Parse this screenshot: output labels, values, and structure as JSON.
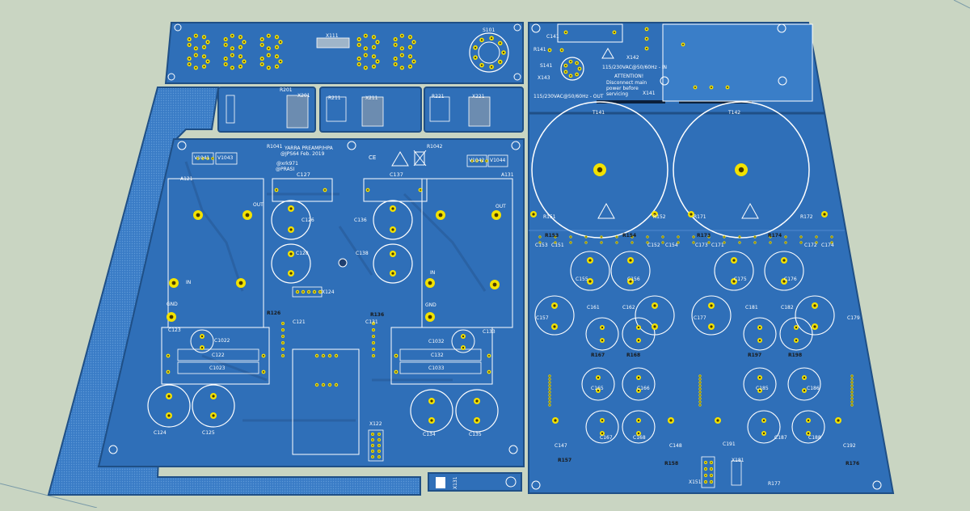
{
  "colors": {
    "background": "#c9d5c2",
    "board": "#2f6fb8",
    "board_edge": "#1f4f86",
    "silkscreen": "#ffffff",
    "pad": "#f3e200",
    "hole": "#4a3a00"
  },
  "amp_board": {
    "title_lines": [
      "YARRA PREAMP/HPA",
      "@JPS64   Feb. 2019",
      "@xrk971",
      "@PRASI"
    ],
    "ids": [
      "R1041",
      "R1042"
    ],
    "labels": {
      "v1041": "V1041",
      "v1043": "V1043",
      "v1042": "V1042",
      "v1044": "V1044",
      "a121": "A121",
      "a131": "A131",
      "c127": "C127",
      "c137": "C137",
      "c126": "C126",
      "c128": "C128",
      "c136": "C136",
      "c138": "C138",
      "out_l": "OUT",
      "out_r": "OUT",
      "in_l": "IN",
      "in_r": "IN",
      "gnd_l": "GND",
      "gnd_r": "GND",
      "x124": "X124",
      "r126": "R126",
      "r136": "R136",
      "c121": "C121",
      "c131": "C131",
      "c123": "C123",
      "c1022": "C1022",
      "c122": "C122",
      "c1023": "C1023",
      "c1032": "C1032",
      "c133": "C133",
      "c132": "C132",
      "c1033": "C1033",
      "c124": "C124",
      "c125": "C125",
      "c134": "C134",
      "c135": "C135",
      "x122": "X122",
      "ce": "CE"
    }
  },
  "top_board": {
    "labels": {
      "x111": "X111",
      "s101": "S101"
    }
  },
  "sub_boards": {
    "labels": {
      "r201": "R201",
      "x201": "X201",
      "r211": "R211",
      "x211": "X211",
      "r221": "R221",
      "x221": "X221"
    }
  },
  "psu_board": {
    "labels": {
      "c141": "C141",
      "x142": "X142",
      "r141": "R141",
      "s141": "S141",
      "x143": "X143",
      "x141": "X141",
      "t141": "T141",
      "t142": "T142",
      "mains_in": "115/230VAC@50/60Hz - IN",
      "mains_out": "115/230VAC@50/60Hz - OUT",
      "attention": "ATTENTION!",
      "warning": "Disconnect main power before servicing",
      "r151": "R151",
      "r152": "R152",
      "r171": "R171",
      "r172": "R172",
      "r153": "R153",
      "r154": "R154",
      "r173": "R173",
      "r174": "R174",
      "c151": "C151",
      "c152": "C152",
      "c153": "C153",
      "c154": "C154",
      "c171": "C171",
      "c172": "C172",
      "c173": "C173",
      "c174": "C174",
      "c155": "C155",
      "c156": "C156",
      "c175": "C175",
      "c176": "C176",
      "c157": "C157",
      "c177": "C177",
      "c179": "C179",
      "c161": "C161",
      "c162": "C162",
      "c181": "C181",
      "c182": "C182",
      "r167": "R167",
      "r168": "R168",
      "r197": "R197",
      "r198": "R198",
      "c165": "C165",
      "c166": "C166",
      "c185": "C185",
      "c186": "C186",
      "c147": "C147",
      "c167": "C167",
      "c148": "C148",
      "c168": "C168",
      "c187": "C187",
      "c188": "C188",
      "c191": "C191",
      "c192": "C192",
      "r157": "R157",
      "r158": "R158",
      "r176": "R176",
      "r177": "R177",
      "x151": "X151",
      "x181": "X181",
      "x131": "X131"
    }
  }
}
